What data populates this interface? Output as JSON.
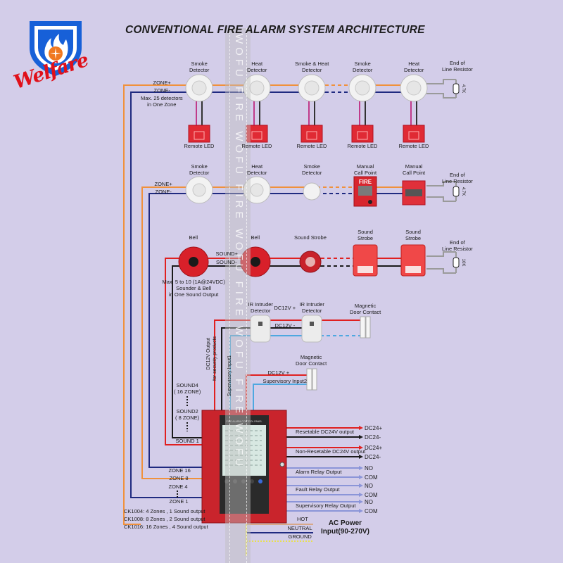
{
  "title": "CONVENTIONAL FIRE ALARM SYSTEM ARCHITECTURE",
  "brand": {
    "name": "Welfare",
    "icon": "flame-shield-icon"
  },
  "watermark": "WOFU FIRE WOFU FIRE WOFU FIRE WOFU FIRE WOFU",
  "colors": {
    "background": "#d3cde9",
    "zone_positive": "#f0913c",
    "zone_negative": "#1f2a80",
    "sound_positive": "#e02020",
    "sound_negative": "#1a1a1a",
    "supervisory": "#4ea8e0",
    "relay": "#8b95d8",
    "panel": "#c9242c",
    "eol": "#9a9a9a"
  },
  "zone_loop_1": {
    "wire_labels": [
      "ZONE+",
      "ZONE-"
    ],
    "note": [
      "Max. 25 detectors",
      "in One Zone"
    ],
    "devices": [
      {
        "label": [
          "Smoke",
          "Detector"
        ],
        "type": "smoke-detector",
        "remote": "Remote LED"
      },
      {
        "label": [
          "Heat",
          "Detector"
        ],
        "type": "heat-detector",
        "remote": "Remote LED"
      },
      {
        "label": [
          "Smoke & Heat",
          "Detector"
        ],
        "type": "smoke-detector",
        "remote": "Remote LED"
      },
      {
        "label": [
          "Smoke",
          "Detector"
        ],
        "type": "heat-detector",
        "remote": "Remote LED"
      },
      {
        "label": [
          "Heat",
          "Detector"
        ],
        "type": "heat-detector",
        "remote": "Remote LED"
      }
    ],
    "eol": {
      "label": [
        "End of",
        "Line Resistor"
      ],
      "value": "4.7K"
    }
  },
  "zone_loop_2": {
    "wire_labels": [
      "ZONE+",
      "ZONE-"
    ],
    "devices": [
      {
        "label": [
          "Smoke",
          "Detector"
        ],
        "type": "smoke-detector"
      },
      {
        "label": [
          "Heat",
          "Detector"
        ],
        "type": "heat-detector"
      },
      {
        "label": [
          "Smoke",
          "Detector"
        ],
        "type": "small-smoke-detector"
      },
      {
        "label": [
          "Manual",
          "Call Point"
        ],
        "type": "call-point-fire"
      },
      {
        "label": [
          "Manual",
          "Call Point"
        ],
        "type": "call-point"
      }
    ],
    "call_point_text": "FIRE",
    "eol": {
      "label": [
        "End of",
        "Line Resistor"
      ],
      "value": "4.7K"
    }
  },
  "sound_loop": {
    "wire_labels": [
      "SOUND+",
      "SOUND-"
    ],
    "note": [
      "Max. 5  to 10 (1A@24VDC)",
      "Sounder & Bell",
      "in One Sound Output"
    ],
    "devices": [
      {
        "label": [
          "Bell"
        ],
        "type": "bell"
      },
      {
        "label": [
          "Bell"
        ],
        "type": "bell"
      },
      {
        "label": [
          "Sound Strobe"
        ],
        "type": "round-strobe"
      },
      {
        "label": [
          "Sound",
          "Strobe"
        ],
        "type": "strobe"
      },
      {
        "label": [
          "Sound",
          "Strobe"
        ],
        "type": "strobe"
      }
    ],
    "eol": {
      "label": [
        "End of",
        "Line Resistor"
      ],
      "value": "10K"
    }
  },
  "security": {
    "devices": [
      {
        "label": [
          "IR Intruder",
          "Detector"
        ]
      },
      {
        "label": [
          "IR Intruder",
          "Detector"
        ]
      },
      {
        "label": [
          "Magnetic",
          "Door Contact"
        ]
      }
    ],
    "wire_labels": [
      "DC12V +",
      "DC12V -"
    ],
    "second_contact": {
      "label": [
        "Magnetic",
        "Door Contact"
      ],
      "wire_labels": [
        "DC12V +",
        "Supervisory Input2"
      ]
    },
    "vertical_labels": [
      "DC12V  Output",
      "for security products",
      "Supervisory Input1"
    ]
  },
  "sound_outputs": [
    "SOUND4",
    "( 16 ZONE)",
    "SOUND2",
    "( 8 ZONE)",
    "SOUND 1"
  ],
  "zone_outputs": [
    "ZONE 16",
    "ZONE 8",
    "ZONE 4",
    "ZONE 1"
  ],
  "models": [
    "CK1004:  4 Zones , 1 Sound output",
    "CK1008:  8 Zones , 2 Sound output",
    "CK1016: 16 Zones , 4 Sound output"
  ],
  "panel": {
    "label": "FIRE ALARM CONTROL PANEL"
  },
  "outputs": [
    {
      "label": "Resetable DC24V output",
      "terminals": [
        "DC24+",
        "DC24-"
      ],
      "kind": "power"
    },
    {
      "label": "Non-Resetable DC24V output",
      "terminals": [
        "DC24+",
        "DC24-"
      ],
      "kind": "power"
    },
    {
      "label": "Alarm Relay Output",
      "terminals": [
        "NO",
        "COM"
      ],
      "kind": "relay"
    },
    {
      "label": "Fault Relay Output",
      "terminals": [
        "NO",
        "COM"
      ],
      "kind": "relay"
    },
    {
      "label": "Supervisory Relay Output",
      "terminals": [
        "NO",
        "COM"
      ],
      "kind": "relay"
    }
  ],
  "power": {
    "lines": [
      "HOT",
      "NEUTRAL",
      "GROUND"
    ],
    "title": [
      "AC Power",
      "Input(90-270V)"
    ]
  }
}
